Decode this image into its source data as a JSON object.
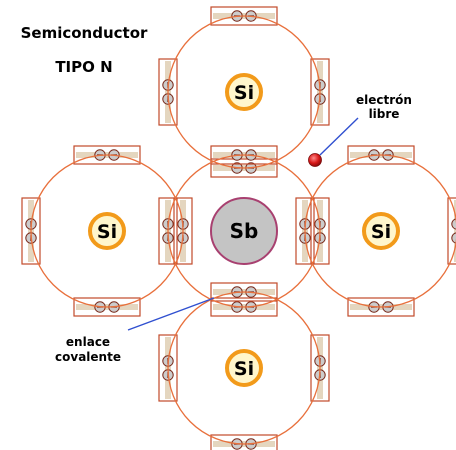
{
  "title": {
    "line1": "Semiconductor",
    "line2": "TIPO N"
  },
  "labels": {
    "electron": {
      "line1": "electrón",
      "line2": "libre"
    },
    "bond": {
      "line1": "enlace",
      "line2": "covalente"
    }
  },
  "atoms": {
    "top": "Si",
    "left": "Si",
    "center": "Sb",
    "right": "Si",
    "bottom": "Si"
  },
  "colors": {
    "orbit": "#e8703c",
    "bond_box": "#c24a2a",
    "bond_fill": "#cdb58a",
    "si_fill": "#fff6cc",
    "si_stroke": "#f29a1a",
    "sb_fill": "#c4c4c4",
    "sb_stroke": "#a84070",
    "free_electron": "#d81818",
    "pointer_line": "#3050d0"
  }
}
